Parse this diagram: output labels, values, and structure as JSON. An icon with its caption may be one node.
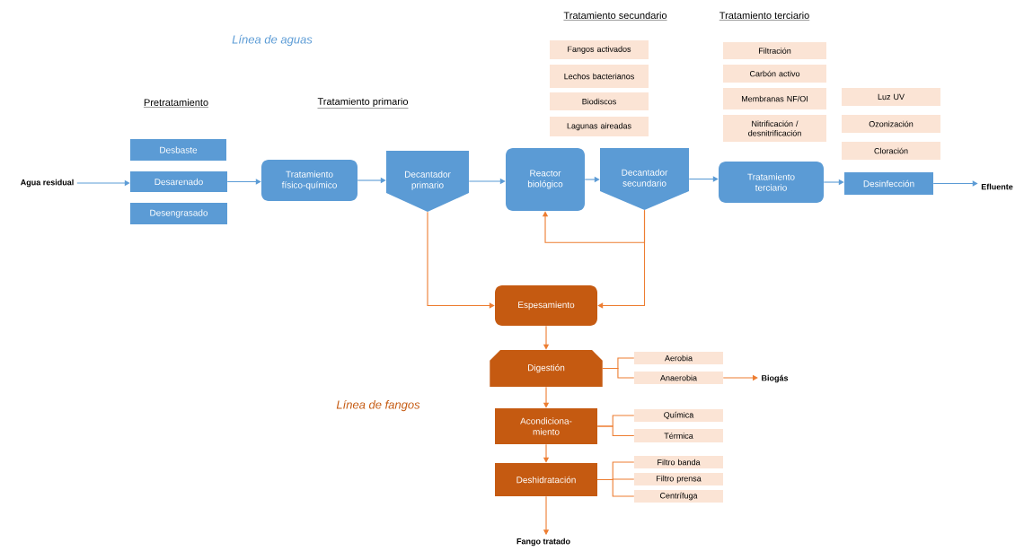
{
  "diagram": {
    "nodes": [
      {
        "text": [
          "Agua residual"
        ]
      },
      {
        "text": [
          "Desbaste"
        ]
      },
      {
        "text": [
          "Desarenado"
        ]
      },
      {
        "text": [
          "Desengrasado"
        ]
      },
      {
        "text": [
          "Tratamiento físico-químico"
        ]
      },
      {
        "text": [
          "Decantador primario"
        ]
      },
      {
        "text": [
          "Reactor biológico"
        ]
      },
      {
        "text": [
          "Decantador secundario"
        ]
      },
      {
        "text": [
          "Tratamiento terciario"
        ]
      },
      {
        "text": [
          "Desinfección"
        ]
      },
      {
        "text": [
          "Efluente"
        ]
      },
      {
        "text": [
          "Fangos activados"
        ]
      },
      {
        "text": [
          "Lechos bacterianos"
        ]
      },
      {
        "text": [
          "Biodiscos"
        ]
      },
      {
        "text": [
          "Lagunas aireadas"
        ]
      },
      {
        "text": [
          "Filtración"
        ]
      },
      {
        "text": [
          "Carbón activo"
        ]
      },
      {
        "text": [
          "Membranas NF/OI"
        ]
      },
      {
        "text": [
          "Nitrificación / desnitrificación"
        ]
      },
      {
        "text": [
          "Luz UV"
        ]
      },
      {
        "text": [
          "Ozonización"
        ]
      },
      {
        "text": [
          "Cloración"
        ]
      },
      {
        "text": [
          "Espesamiento"
        ]
      },
      {
        "text": [
          "Digestión"
        ]
      },
      {
        "text": [
          "Aerobia"
        ]
      },
      {
        "text": [
          "Anaerobia"
        ]
      },
      {
        "text": [
          "Biogás"
        ]
      },
      {
        "text": [
          "Acondiciona-miento"
        ]
      },
      {
        "text": [
          "Química"
        ]
      },
      {
        "text": [
          "Térmica"
        ]
      },
      {
        "text": [
          "Deshidratación"
        ]
      },
      {
        "text": [
          "Filtro banda"
        ]
      },
      {
        "text": [
          "Filtro prensa"
        ]
      },
      {
        "text": [
          "Centrífuga"
        ]
      },
      {
        "text": [
          "Fango tratado"
        ]
      }
    ],
    "edges": [
      {
        "from": 0,
        "to": 2,
        "arrow": "to",
        "color": "#5b9bd5"
      },
      {
        "from": 2,
        "to": 4,
        "arrow": "to",
        "color": "#5b9bd5"
      },
      {
        "from": 4,
        "to": 5,
        "arrow": "to",
        "color": "#5b9bd5"
      },
      {
        "from": 5,
        "to": 6,
        "arrow": "to",
        "color": "#5b9bd5"
      },
      {
        "from": 6,
        "to": 7,
        "arrow": "to",
        "color": "#5b9bd5"
      },
      {
        "from": 7,
        "to": 8,
        "arrow": "to",
        "color": "#5b9bd5"
      },
      {
        "from": 8,
        "to": 9,
        "arrow": "to",
        "color": "#5b9bd5"
      },
      {
        "from": 9,
        "to": 10,
        "arrow": "to",
        "color": "#5b9bd5"
      },
      {
        "from": 7,
        "to": 6,
        "arrow": "to"
      },
      {
        "from": 5,
        "to": 22,
        "arrow": "to"
      },
      {
        "from": 7,
        "to": 22,
        "arrow": "to"
      },
      {
        "from": 22,
        "to": 23,
        "arrow": "to"
      },
      {
        "from": 23,
        "to": 27,
        "arrow": "to"
      },
      {
        "from": 27,
        "to": 30,
        "arrow": "to"
      },
      {
        "from": 30,
        "to": 34,
        "arrow": "to"
      },
      {
        "from": 23,
        "to": 24,
        "arrow": "none"
      },
      {
        "from": 23,
        "to": 25,
        "arrow": "none"
      },
      {
        "from": 25,
        "to": 26,
        "arrow": "to"
      },
      {
        "from": 27,
        "to": 28,
        "arrow": "none"
      },
      {
        "from": 27,
        "to": 29,
        "arrow": "none"
      },
      {
        "from": 30,
        "to": 31,
        "arrow": "none"
      },
      {
        "from": 30,
        "to": 32,
        "arrow": "none"
      },
      {
        "from": 30,
        "to": 33,
        "arrow": "none"
      }
    ],
    "labels": [
      "Tratamiento secundario",
      "Tratamiento terciario",
      "Línea de aguas",
      "Pretratamiento",
      "Tratamiento primario",
      "Línea de fangos"
    ]
  }
}
